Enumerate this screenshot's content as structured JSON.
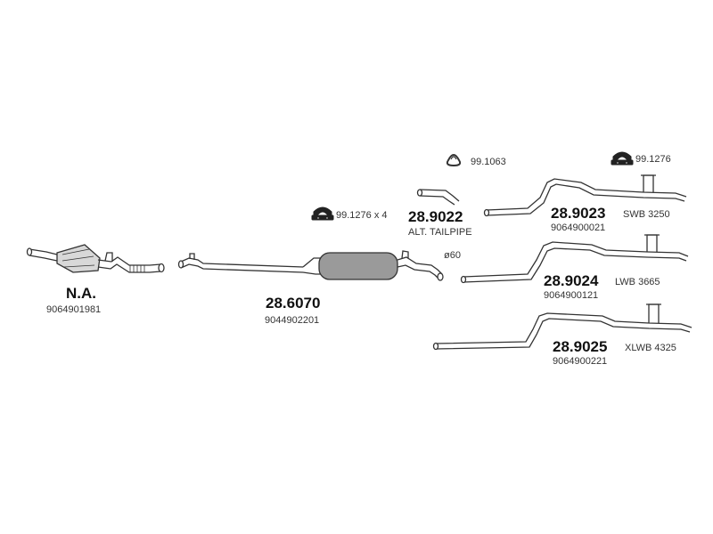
{
  "parts": {
    "catalyst": {
      "number": "N.A.",
      "oe": "9064901981"
    },
    "middle": {
      "number": "28.6070",
      "oe": "9044902201",
      "clamp_ref": "99.1276 x 4",
      "diameter": "ø60"
    },
    "alt_tailpipe": {
      "number": "28.9022",
      "desc": "ALT. TAILPIPE"
    },
    "gasket": {
      "ref": "99.1063"
    },
    "top_clamp": {
      "ref": "99.1276"
    },
    "tail_swb": {
      "number": "28.9023",
      "variant": "SWB 3250",
      "oe": "9064900021"
    },
    "tail_lwb": {
      "number": "28.9024",
      "variant": "LWB 3665",
      "oe": "9064900121"
    },
    "tail_xlwb": {
      "number": "28.9025",
      "variant": "XLWB 4325",
      "oe": "9064900221"
    }
  },
  "colors": {
    "line": "#333333",
    "fill": "#ffffff",
    "muffler": "#9a9a9a"
  },
  "icons": {
    "clamp": "clamp-icon",
    "gasket": "gasket-ring-icon"
  }
}
